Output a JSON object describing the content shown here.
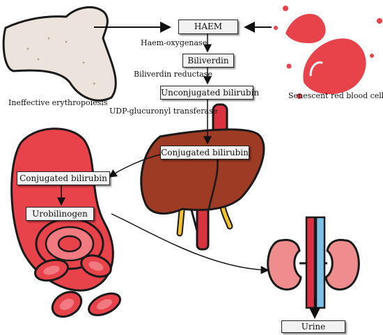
{
  "nodes": {
    "haem": "HAEM",
    "biliverdin": "Biliverdin",
    "unconjugated": "Unconjugated bilirubin",
    "conjugated_liver": "Conjugated bilirubin",
    "conjugated_gut": "Conjugated bilirubin",
    "urobilinogen": "Urobilinogen",
    "urine": "Urine"
  },
  "enzymes": {
    "step1": "Haem-oxygenase",
    "step2": "Biliverdin reductase",
    "step3": "UDP-glucuronyl transferase"
  },
  "sources": {
    "left": "Ineffective erythropoiesis",
    "right": "Senescent red blood cell"
  },
  "colors": {
    "liver": "#9e3b24",
    "vessel_red": "#d9333f",
    "blood": "#e8424b",
    "bone": "#ece4dc",
    "kidney": "#ef8c8e",
    "outline": "#1a1a1a"
  }
}
